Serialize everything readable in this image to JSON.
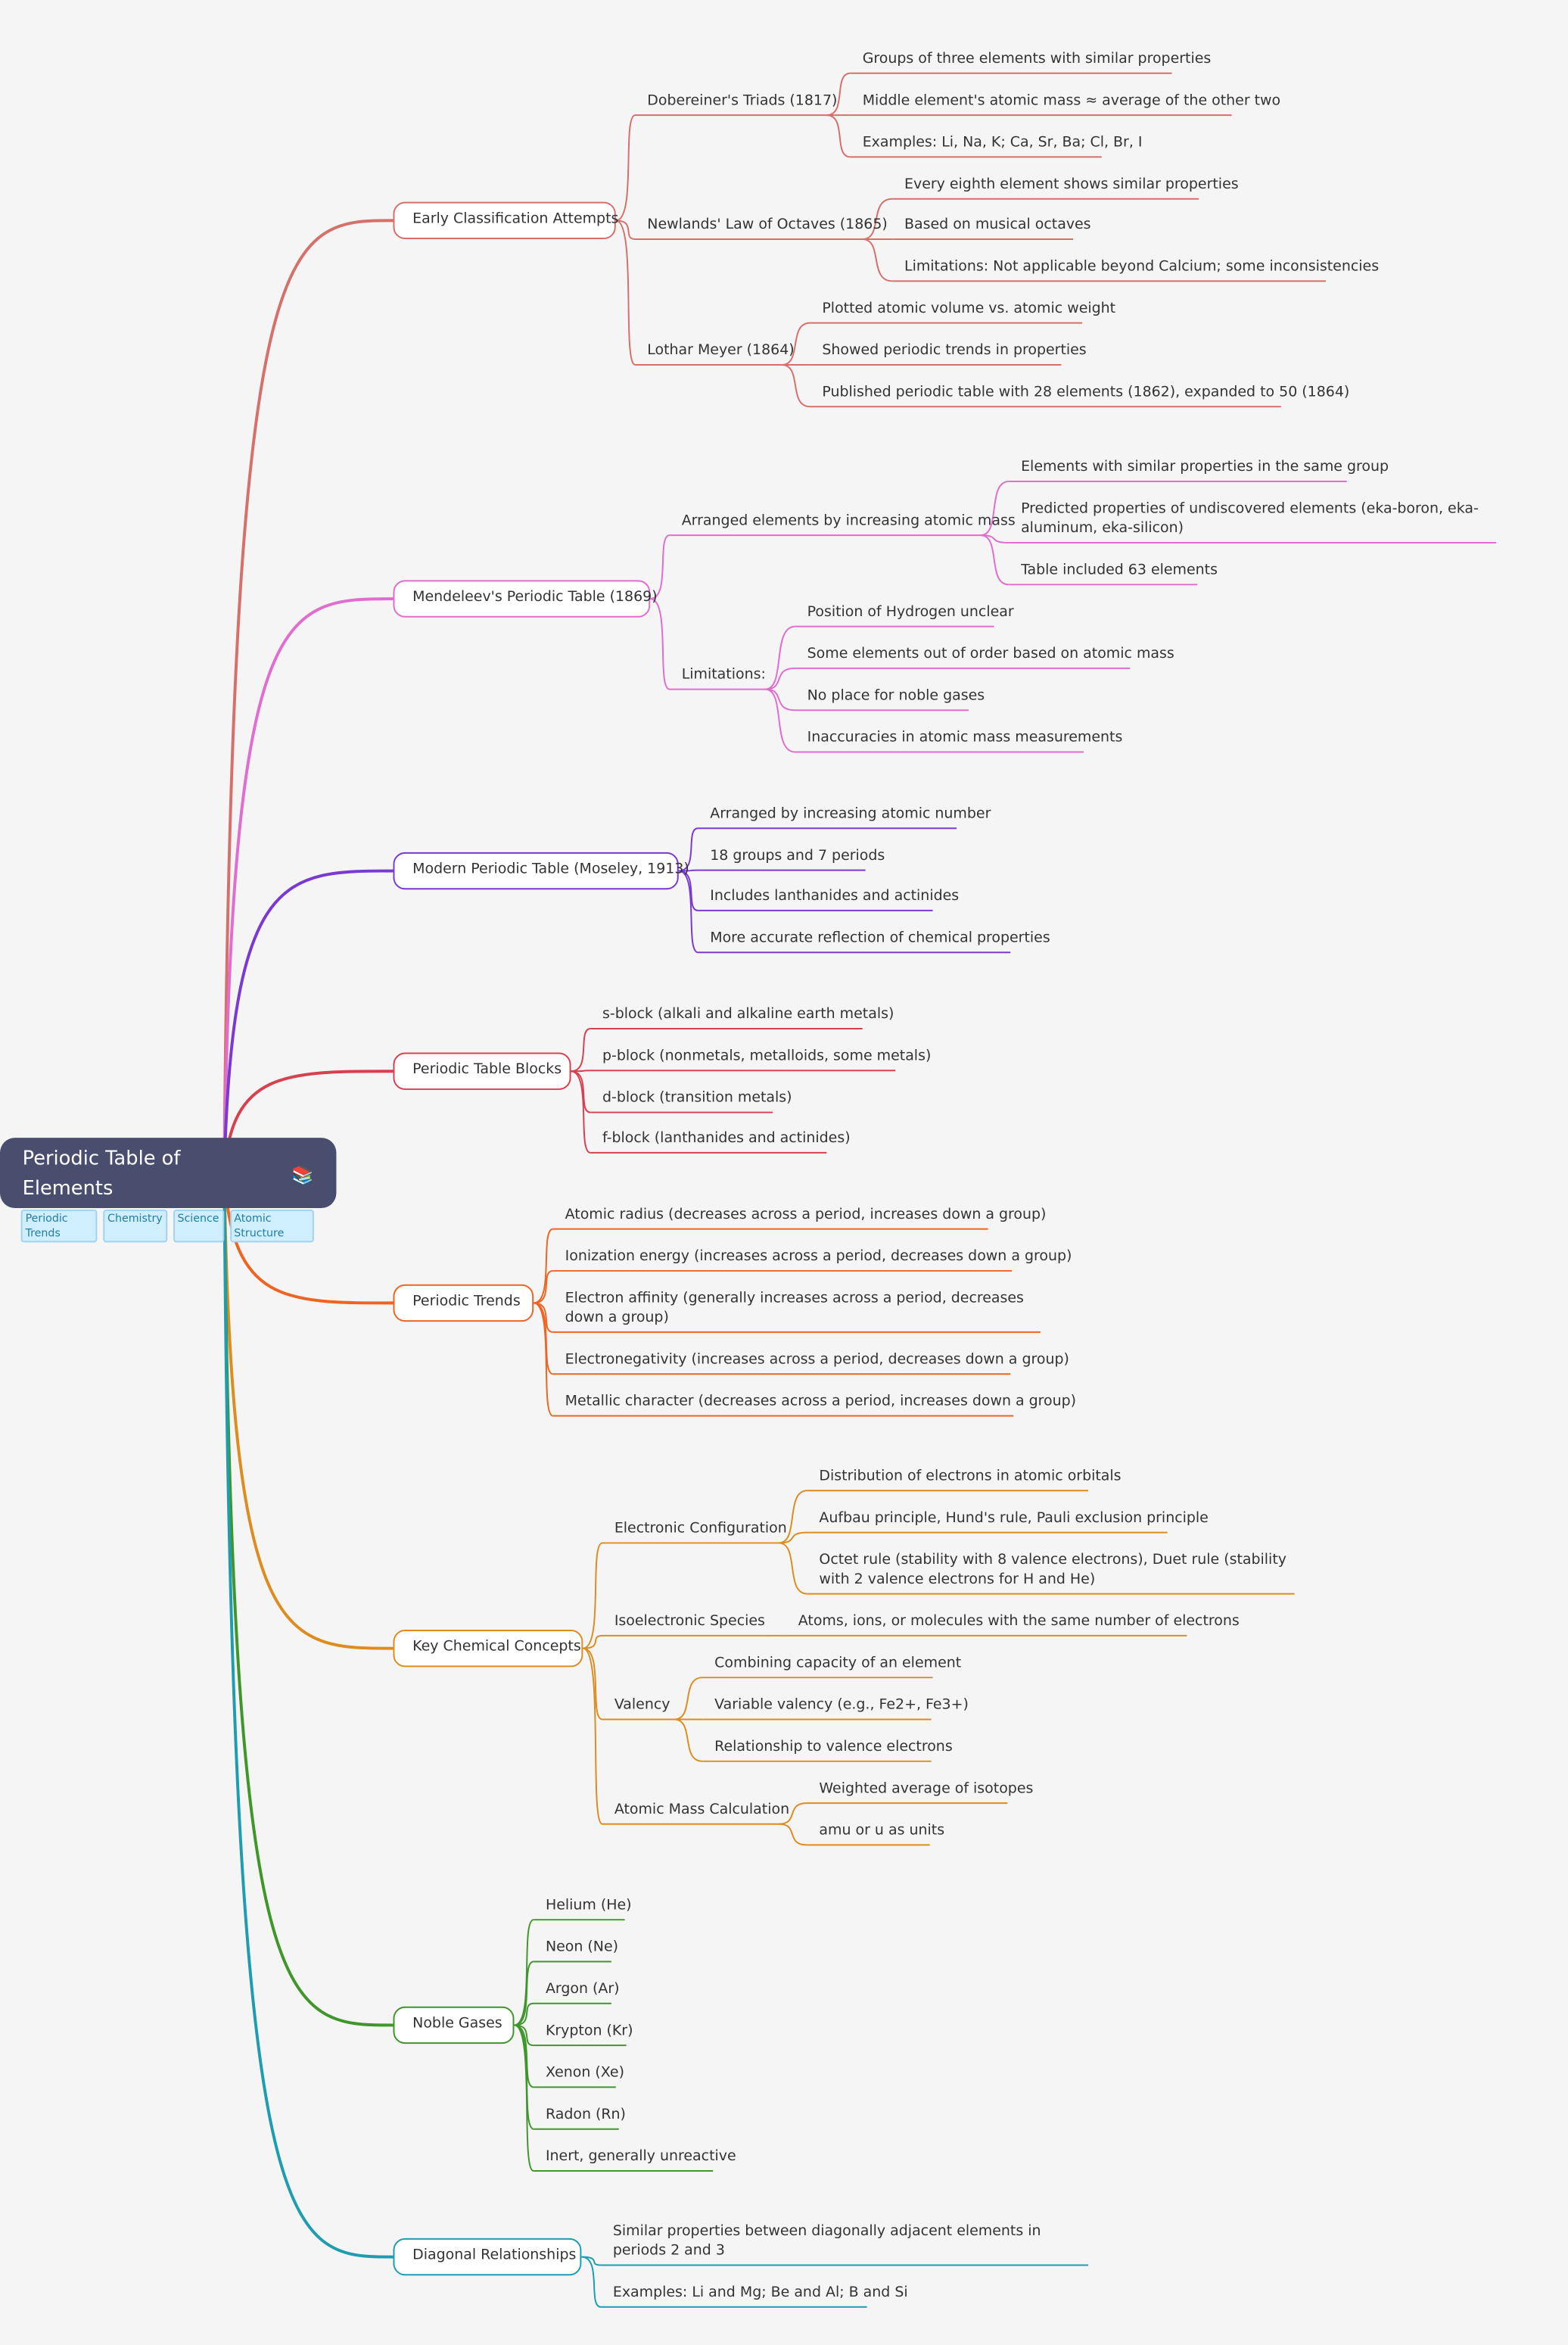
{
  "root": {
    "title": "Periodic Table of Elements",
    "emoji": "📚",
    "tags": [
      "Periodic Trends",
      "Chemistry",
      "Science",
      "Atomic Structure"
    ]
  },
  "colors": {
    "early": "#d5706a",
    "mendeleev": "#e06dcf",
    "modern": "#7a39d3",
    "blocks": "#d9404f",
    "trends": "#ef6421",
    "concepts": "#dd8c20",
    "noble": "#3f962b",
    "diagonal": "#1e9db0",
    "root_bg": "#4a4e6e"
  },
  "branches": {
    "early": {
      "label": "Early Classification Attempts",
      "dobereiner": {
        "label": "Dobereiner's Triads (1817)",
        "items": [
          "Groups of three elements with similar properties",
          "Middle element's atomic mass ≈ average of the other two",
          "Examples: Li, Na, K; Ca, Sr, Ba; Cl, Br, I"
        ]
      },
      "newlands": {
        "label": "Newlands' Law of Octaves (1865)",
        "items": [
          "Every eighth element shows similar properties",
          "Based on musical octaves",
          "Limitations: Not applicable beyond Calcium; some inconsistencies"
        ]
      },
      "meyer": {
        "label": "Lothar Meyer (1864)",
        "items": [
          "Plotted atomic volume vs. atomic weight",
          "Showed periodic trends in properties",
          "Published periodic table with 28 elements (1862), expanded to 50 (1864)"
        ]
      }
    },
    "mendeleev": {
      "label": "Mendeleev's Periodic Table (1869)",
      "arranged": {
        "label": "Arranged elements by increasing atomic mass",
        "items": [
          "Elements with similar properties in the same group",
          "Predicted properties of undiscovered elements (eka-boron, eka-aluminum, eka-silicon)",
          "Table included 63 elements"
        ]
      },
      "limitations": {
        "label": "Limitations:",
        "items": [
          "Position of Hydrogen unclear",
          "Some elements out of order based on atomic mass",
          "No place for noble gases",
          "Inaccuracies in atomic mass measurements"
        ]
      }
    },
    "modern": {
      "label": "Modern Periodic Table (Moseley, 1913)",
      "items": [
        "Arranged by increasing atomic number",
        "18 groups and 7 periods",
        "Includes lanthanides and actinides",
        "More accurate reflection of chemical properties"
      ]
    },
    "blocks": {
      "label": "Periodic Table Blocks",
      "items": [
        "s-block (alkali and alkaline earth metals)",
        "p-block (nonmetals, metalloids, some metals)",
        "d-block (transition metals)",
        "f-block (lanthanides and actinides)"
      ]
    },
    "trends": {
      "label": "Periodic Trends",
      "items": [
        "Atomic radius (decreases across a period, increases down a group)",
        "Ionization energy (increases across a period, decreases down a group)",
        "Electron affinity (generally increases across a period, decreases down a group)",
        "Electronegativity (increases across a period, decreases down a group)",
        "Metallic character (decreases across a period, increases down a group)"
      ]
    },
    "concepts": {
      "label": "Key Chemical Concepts",
      "electronic": {
        "label": "Electronic Configuration",
        "items": [
          "Distribution of electrons in atomic orbitals",
          "Aufbau principle, Hund's rule, Pauli exclusion principle",
          "Octet rule (stability with 8 valence electrons), Duet rule (stability with 2 valence electrons for H and He)"
        ]
      },
      "isoelectronic": {
        "label": "Isoelectronic Species",
        "items": [
          "Atoms, ions, or molecules with the same number of electrons"
        ]
      },
      "valency": {
        "label": "Valency",
        "items": [
          "Combining capacity of an element",
          "Variable valency (e.g., Fe2+, Fe3+)",
          "Relationship to valence electrons"
        ]
      },
      "atomic_mass": {
        "label": "Atomic Mass Calculation",
        "items": [
          "Weighted average of isotopes",
          "amu or u as units"
        ]
      }
    },
    "noble": {
      "label": "Noble Gases",
      "items": [
        "Helium (He)",
        "Neon (Ne)",
        "Argon (Ar)",
        "Krypton (Kr)",
        "Xenon (Xe)",
        "Radon (Rn)",
        "Inert, generally unreactive"
      ]
    },
    "diagonal": {
      "label": "Diagonal Relationships",
      "items": [
        "Similar properties between diagonally adjacent elements in periods 2 and 3",
        "Examples: Li and Mg; Be and Al; B and Si"
      ]
    }
  }
}
